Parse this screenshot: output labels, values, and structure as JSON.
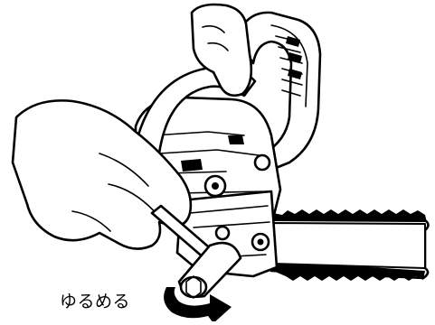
{
  "figure": {
    "label": "ゆるめる",
    "icons": [
      "chainsaw-illustration",
      "hand-illustration",
      "box-wrench-icon",
      "counterclockwise-arrow-icon"
    ]
  }
}
